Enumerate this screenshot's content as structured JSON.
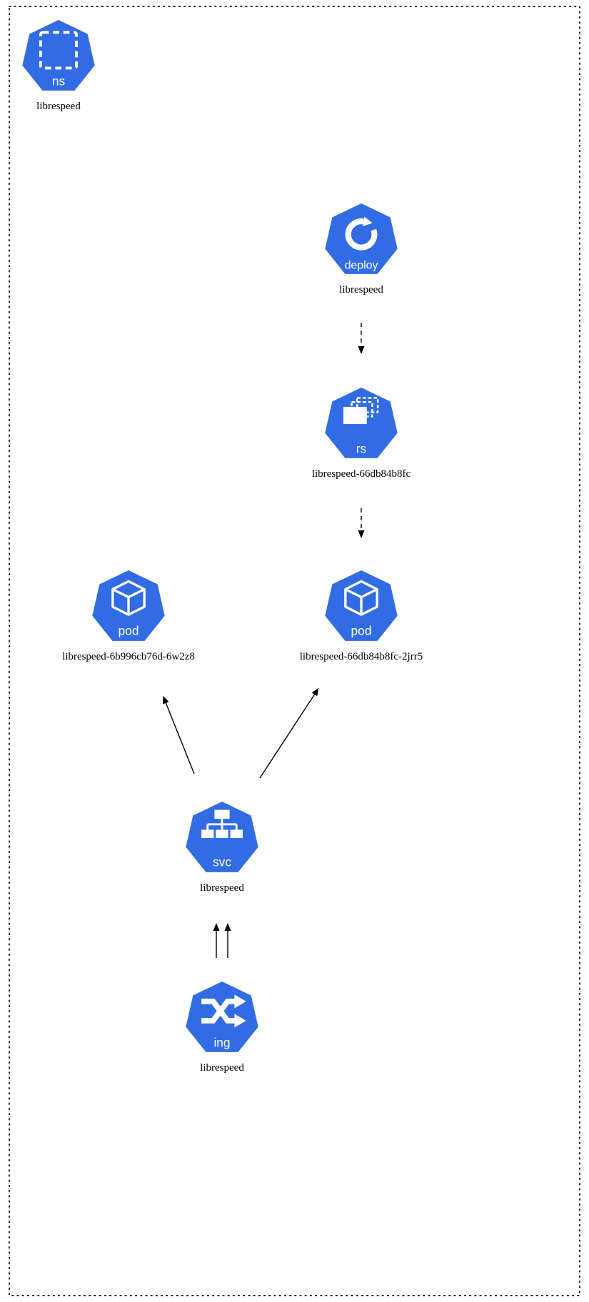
{
  "diagram": {
    "type": "kubernetes-resource-graph",
    "accent_color": "#326ce5",
    "background_color": "#ffffff",
    "cluster": {
      "name": "namespace-boundary",
      "border_style": "dotted",
      "border_color": "#000000"
    },
    "nodes": [
      {
        "kind": "ns",
        "resource": "namespace",
        "icon": "namespace-heptagon-icon",
        "label": "librespeed"
      },
      {
        "kind": "deploy",
        "resource": "deployment",
        "icon": "deployment-heptagon-icon",
        "label": "librespeed"
      },
      {
        "kind": "rs",
        "resource": "replicaset",
        "icon": "replicaset-heptagon-icon",
        "label": "librespeed-66db84b8fc"
      },
      {
        "kind": "pod",
        "resource": "pod",
        "icon": "pod-heptagon-icon",
        "label": "librespeed-6b996cb76d-6w2z8"
      },
      {
        "kind": "pod",
        "resource": "pod",
        "icon": "pod-heptagon-icon",
        "label": "librespeed-66db84b8fc-2jrr5"
      },
      {
        "kind": "svc",
        "resource": "service",
        "icon": "service-heptagon-icon",
        "label": "librespeed"
      },
      {
        "kind": "ing",
        "resource": "ingress",
        "icon": "ingress-heptagon-icon",
        "label": "librespeed"
      }
    ],
    "edges": [
      {
        "from": "deploy/librespeed",
        "to": "rs/librespeed-66db84b8fc",
        "style": "dashed",
        "count": 1
      },
      {
        "from": "rs/librespeed-66db84b8fc",
        "to": "pod/librespeed-66db84b8fc-2jrr5",
        "style": "dashed",
        "count": 1
      },
      {
        "from": "svc/librespeed",
        "to": "pod/librespeed-6b996cb76d-6w2z8",
        "style": "solid",
        "count": 1
      },
      {
        "from": "svc/librespeed",
        "to": "pod/librespeed-66db84b8fc-2jrr5",
        "style": "solid",
        "count": 1
      },
      {
        "from": "ing/librespeed",
        "to": "svc/librespeed",
        "style": "solid",
        "count": 2
      }
    ]
  }
}
